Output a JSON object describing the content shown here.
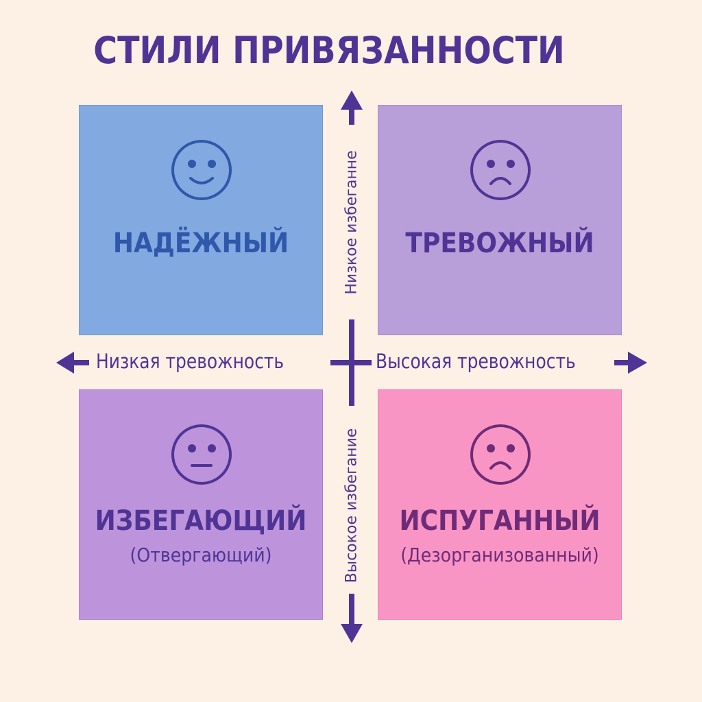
{
  "title": "СТИЛИ ПРИВЯЗАННОСТИ",
  "axes": {
    "horizontal": {
      "left_label": "Низкая тревожность",
      "right_label": "Высокая тревожность"
    },
    "vertical": {
      "top_label": "Низкое избеганне",
      "bottom_label": "Высокое избегание"
    }
  },
  "quadrants": [
    {
      "id": "secure",
      "position": "top-left",
      "title": "НАДЁЖНЫЙ",
      "subtitle": "",
      "face": "smile-icon",
      "color": "#82a9e0",
      "text_color": "#2f57aa"
    },
    {
      "id": "anxious",
      "position": "top-right",
      "title": "ТРЕВОЖНЫЙ",
      "subtitle": "",
      "face": "frown-icon",
      "color": "#b89fd9",
      "text_color": "#4f3496"
    },
    {
      "id": "avoidant",
      "position": "bottom-left",
      "title": "ИЗБЕГАЮЩИЙ",
      "subtitle": "(Отвергающий)",
      "face": "neutral-face-icon",
      "color": "#bd94db",
      "text_color": "#4f3496"
    },
    {
      "id": "fearful",
      "position": "bottom-right",
      "title": "ИСПУГАННЫЙ",
      "subtitle": "(Дезорганизованный)",
      "face": "frown-icon",
      "color": "#f995c5",
      "text_color": "#6e2b78"
    }
  ],
  "colors": {
    "background": "#fdf0e5",
    "accent": "#4f3496"
  }
}
